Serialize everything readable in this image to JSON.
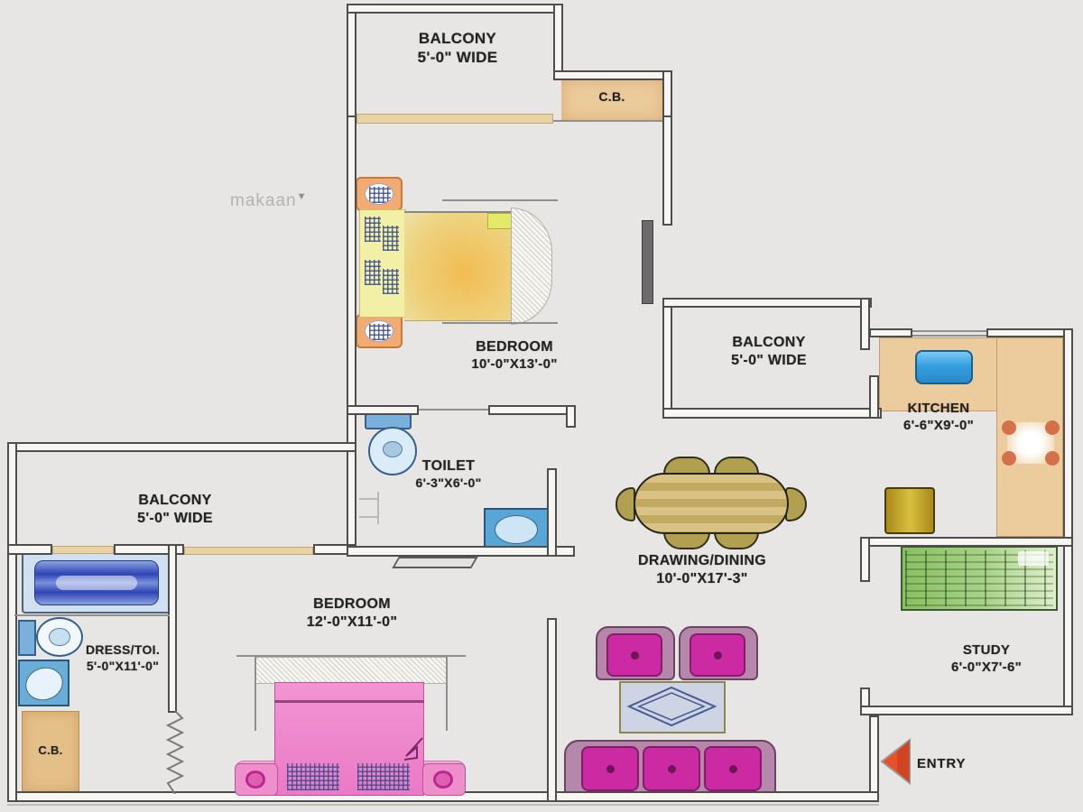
{
  "watermark": "makaan",
  "rooms": {
    "balconyTop": {
      "name": "BALCONY",
      "size": "5'-0\" WIDE"
    },
    "cbTop": {
      "name": "C.B."
    },
    "bedroom1": {
      "name": "BEDROOM",
      "size": "10'-0\"X13'-0\""
    },
    "balconyRight": {
      "name": "BALCONY",
      "size": "5'-0\" WIDE"
    },
    "kitchen": {
      "name": "KITCHEN",
      "size": "6'-6\"X9'-0\""
    },
    "toilet": {
      "name": "TOILET",
      "size": "6'-3\"X6'-0\""
    },
    "balconyLeft": {
      "name": "BALCONY",
      "size": "5'-0\" WIDE"
    },
    "drawingDining": {
      "name": "DRAWING/DINING",
      "size": "10'-0\"X17'-3\""
    },
    "dressToi": {
      "name": "DRESS/TOI.",
      "size": "5'-0\"X11'-0\""
    },
    "bedroom2": {
      "name": "BEDROOM",
      "size": "12'-0\"X11'-0\""
    },
    "study": {
      "name": "STUDY",
      "size": "6'-0\"X7'-6\""
    },
    "cbBottom": {
      "name": "C.B."
    },
    "entry": {
      "label": "ENTRY"
    }
  },
  "colors": {
    "wall": "#4e4e4e",
    "counter_tan": "#eccb9c",
    "sofa_magenta": "#cb2aa2",
    "sofa_frame": "#b587aa",
    "bed1_orange": "#f0b850",
    "bed2_pink": "#ef8cce",
    "tub_blue": "#3848b8",
    "fixture_blue": "#6aaed8",
    "study_green": "#8cc468",
    "entry_arrow": "#e8512b",
    "fridge_gold": "#c7a62c",
    "sink_blue": "#41a6e2"
  }
}
